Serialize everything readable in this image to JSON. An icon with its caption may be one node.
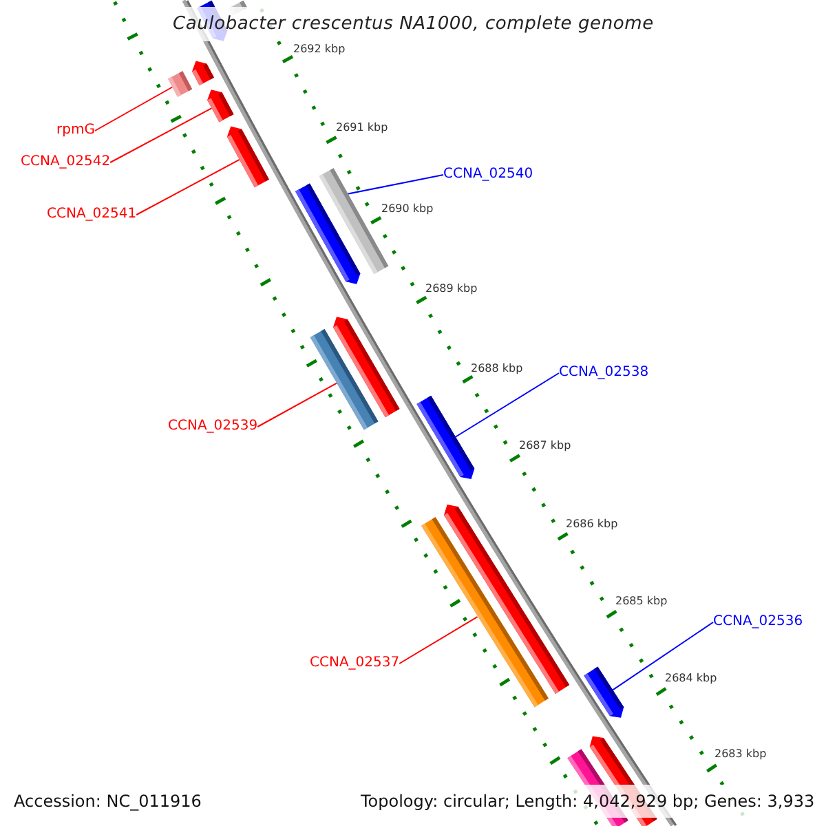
{
  "diagram": {
    "title": "Caulobacter crescentus NA1000, complete genome",
    "nodes": [
      {
        "text": [],
        "shape": "arrow"
      },
      {
        "text": [],
        "shape": "bar"
      },
      {
        "text": [],
        "shape": "arrow"
      },
      {
        "text": [],
        "shape": "bar"
      },
      {
        "text": [
          "rpmG"
        ]
      },
      {
        "text": [],
        "shape": "arrow"
      },
      {
        "text": [
          "CCNA_02542"
        ]
      },
      {
        "text": [],
        "shape": "arrow"
      },
      {
        "text": [
          "CCNA_02541"
        ]
      },
      {
        "text": [],
        "shape": "arrow"
      },
      {
        "text": [],
        "shape": "bar"
      },
      {
        "text": [
          "CCNA_02540"
        ]
      },
      {
        "text": [],
        "shape": "bar"
      },
      {
        "text": [],
        "shape": "arrow"
      },
      {
        "text": [
          "CCNA_02539"
        ]
      },
      {
        "text": [],
        "shape": "arrow"
      },
      {
        "text": [
          "CCNA_02538"
        ]
      },
      {
        "text": [],
        "shape": "bar"
      },
      {
        "text": [],
        "shape": "arrow"
      },
      {
        "text": [
          "CCNA_02537"
        ]
      },
      {
        "text": [],
        "shape": "arrow"
      },
      {
        "text": [
          "CCNA_02536"
        ]
      },
      {
        "text": [],
        "shape": "bar"
      },
      {
        "text": [],
        "shape": "arrow"
      }
    ],
    "edges": [
      {
        "from": 4,
        "to": 3,
        "arrow": "none"
      },
      {
        "from": 6,
        "to": 5,
        "arrow": "none"
      },
      {
        "from": 8,
        "to": 7,
        "arrow": "none"
      },
      {
        "from": 11,
        "to": 10,
        "arrow": "none",
        "color": "#0000ff"
      },
      {
        "from": 14,
        "to": 12,
        "arrow": "none"
      },
      {
        "from": 16,
        "to": 15,
        "arrow": "none",
        "color": "#0000ff"
      },
      {
        "from": 19,
        "to": 17,
        "arrow": "none"
      },
      {
        "from": 21,
        "to": 20,
        "arrow": "none",
        "color": "#0000ff"
      }
    ],
    "labels": [
      "2692 kbp",
      "2691 kbp",
      "2690 kbp",
      "2689 kbp",
      "2688 kbp",
      "2687 kbp",
      "2686 kbp",
      "2685 kbp",
      "2684 kbp",
      "2683 kbp",
      "Accession: NC_011916",
      "Topology: circular; Length: 4,042,929 bp; Genes: 3,933"
    ]
  }
}
